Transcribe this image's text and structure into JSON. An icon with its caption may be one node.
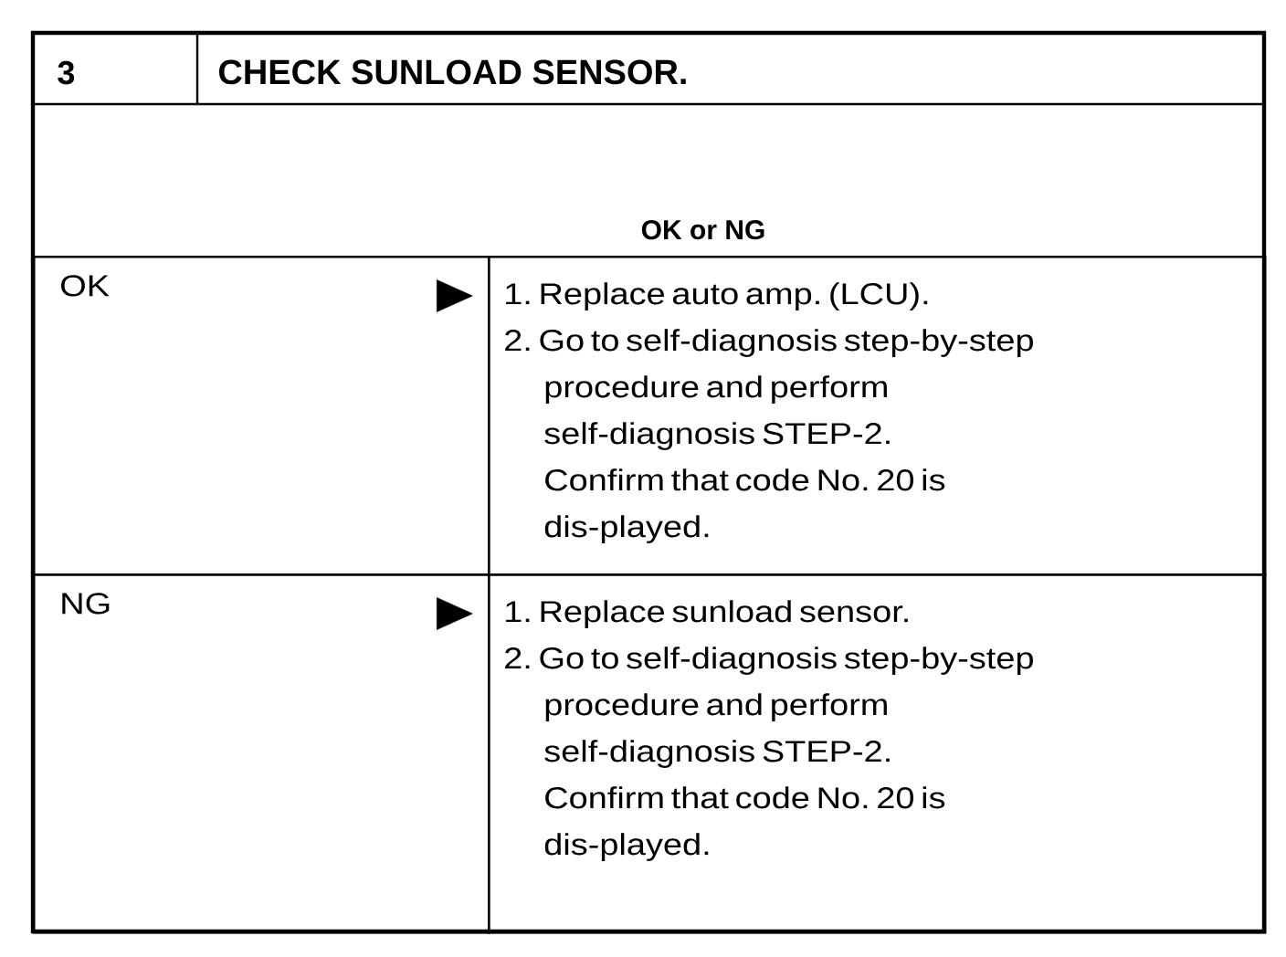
{
  "diagram": {
    "title": "CHECK SUNLOAD SENSOR.",
    "nodes": [
      {
        "text": [
          "OK"
        ]
      },
      {
        "text": [
          "1. Replace auto amp. (LCU).",
          "2. Go to self-diagnosis step-by-step procedure and perform self-diagnosis STEP-2.",
          "Confirm that code No. 20 is dis-played."
        ]
      },
      {
        "text": [
          "NG"
        ]
      },
      {
        "text": [
          "1. Replace sunload sensor.",
          "2. Go to self-diagnosis step-by-step procedure and perform self-diagnosis STEP-2.",
          "Confirm that code No. 20 is dis-played."
        ]
      }
    ],
    "edges": [
      {
        "from": 0,
        "to": 1,
        "arrow": "to"
      },
      {
        "from": 2,
        "to": 3,
        "arrow": "to"
      }
    ],
    "labels": [
      "3",
      "OK or NG"
    ]
  }
}
